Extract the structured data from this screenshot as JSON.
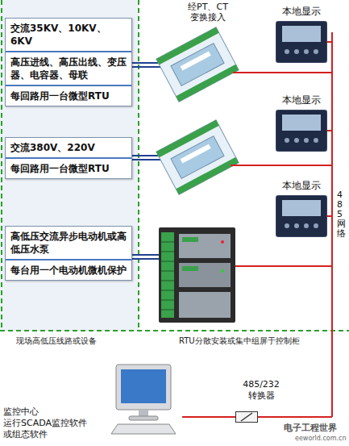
{
  "diagram": {
    "nodes": [
      {
        "text": [
          "交流35KV、10KV、6KV",
          "高压进线、高压出线、变压器、电容器、母联",
          "每回路用一台微型RTU"
        ]
      },
      {
        "text": [
          "交流380V、220V",
          "每回路用一台微型RTU"
        ]
      },
      {
        "text": [
          "高低压交流异步电动机或高低压水泵",
          "每台用一个电动机微机保护"
        ]
      },
      {
        "text": [
          "本地显示"
        ]
      },
      {
        "text": [
          "本地显示"
        ]
      },
      {
        "text": [
          "本地显示"
        ]
      },
      {
        "text": [
          "监控中心 运行SCADA监控软件 或组态软件"
        ]
      },
      {
        "text": [
          "485/232 转换器"
        ]
      }
    ],
    "edges": [
      {
        "from": 6,
        "to": 7,
        "arrow": "none"
      }
    ],
    "labels": [
      "经PT、CT 变换接入",
      "485网络",
      "现场高低压线路或设备",
      "RTU分散安装或集中组屏于控制柜",
      "电子工程世界",
      "eeworld.com.cn"
    ]
  }
}
